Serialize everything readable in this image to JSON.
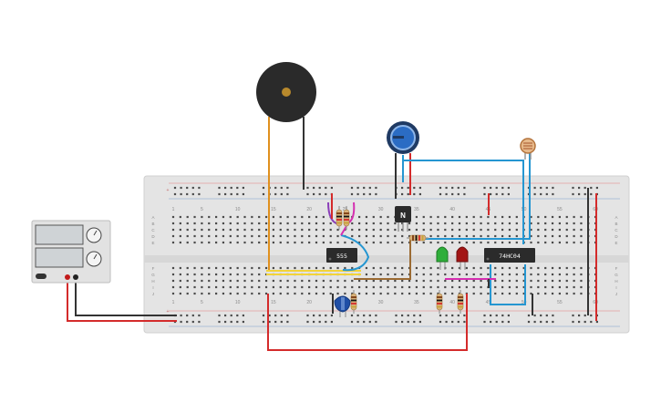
{
  "breadboard": {
    "column_numbers": [
      "1",
      "5",
      "10",
      "15",
      "20",
      "25",
      "30",
      "35",
      "40",
      "45",
      "50",
      "55",
      "60"
    ],
    "row_letters_top": [
      "A",
      "B",
      "C",
      "D",
      "E"
    ],
    "row_letters_bottom": [
      "F",
      "G",
      "H",
      "I",
      "J"
    ],
    "rail_marks_left": [
      "+",
      "−"
    ]
  },
  "components": {
    "timer_chip_label": "555",
    "inverter_chip_label": "74HC04",
    "transistor_label": "N"
  },
  "power_supply": {
    "brand_text": ""
  },
  "colors": {
    "wire_red": "#d42b2b",
    "wire_black": "#333333",
    "wire_orange": "#e0901e",
    "wire_blue": "#2596d1",
    "wire_brown": "#9b6b33",
    "wire_magenta": "#d52fb0",
    "wire_purple": "#8a3db8",
    "wire_yellow": "#f2d33a",
    "led_green": "#2fae3a",
    "led_red": "#a31515",
    "chip": "#2b2b2b",
    "breadboard": "#e6e6e6"
  }
}
